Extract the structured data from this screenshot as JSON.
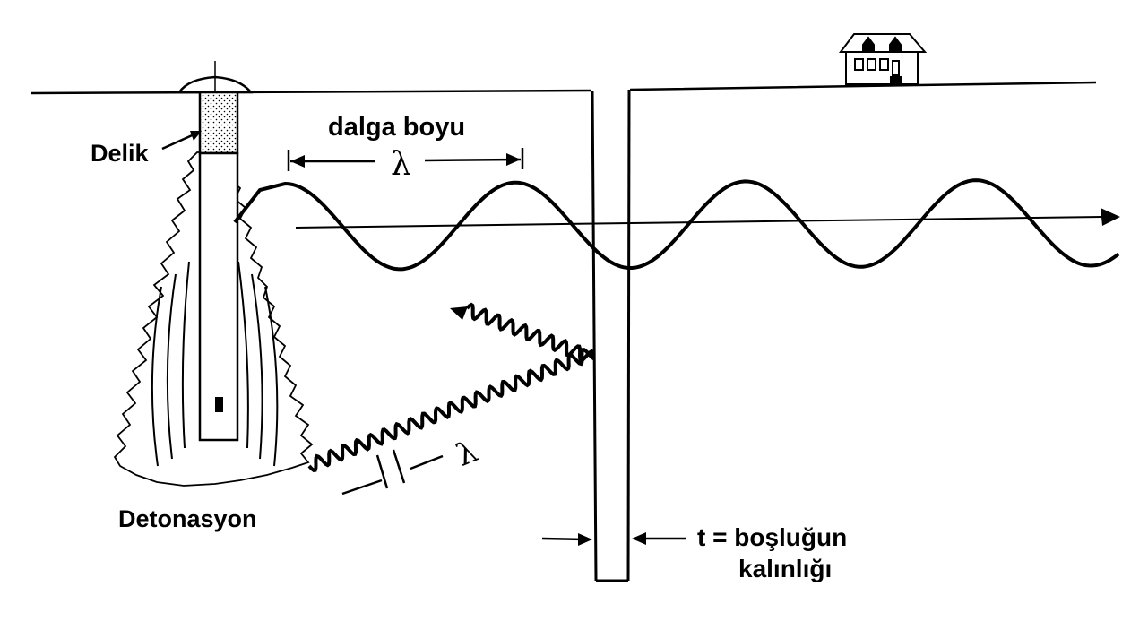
{
  "labels": {
    "hole": "Delik",
    "wavelength": "dalga boyu",
    "detonation": "Detonasyon",
    "thickness_line1": "t = boşluğun",
    "thickness_line2": "kalınlığı"
  },
  "symbols": {
    "lambda_surface": "λ",
    "lambda_reflected": "λ"
  },
  "colors": {
    "ink": "#000000",
    "paper": "#ffffff"
  },
  "icons": [
    "house-icon",
    "lambda-symbol",
    "arrowhead"
  ]
}
